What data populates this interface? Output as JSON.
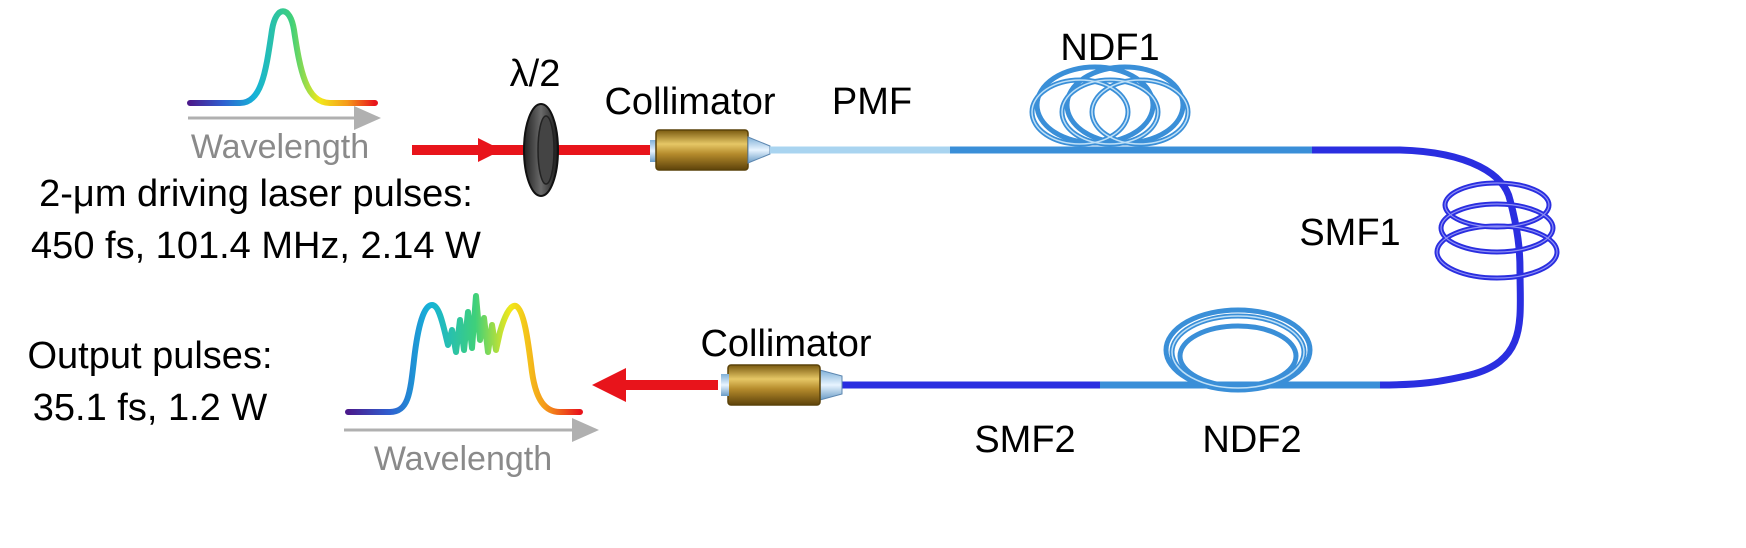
{
  "input_spectrum": {
    "axis_label": "Wavelength"
  },
  "output_spectrum": {
    "axis_label": "Wavelength"
  },
  "input": {
    "line1": "2-μm driving laser pulses:",
    "line2": "450 fs, 101.4 MHz, 2.14 W"
  },
  "output": {
    "line1": "Output pulses:",
    "line2": "35.1 fs, 1.2 W"
  },
  "components": {
    "half_wave_plate": "λ/2",
    "collimator_in": "Collimator",
    "pmf": "PMF",
    "ndf1": "NDF1",
    "smf1": "SMF1",
    "ndf2": "NDF2",
    "smf2": "SMF2",
    "collimator_out": "Collimator"
  },
  "colors": {
    "laser": "#e8141b",
    "smf_fiber": "#2a2ee0",
    "ndf_fiber": "#3a8fd8",
    "pmf_fiber": "#a9d4f0",
    "collimator_body": "#b08a2a"
  }
}
